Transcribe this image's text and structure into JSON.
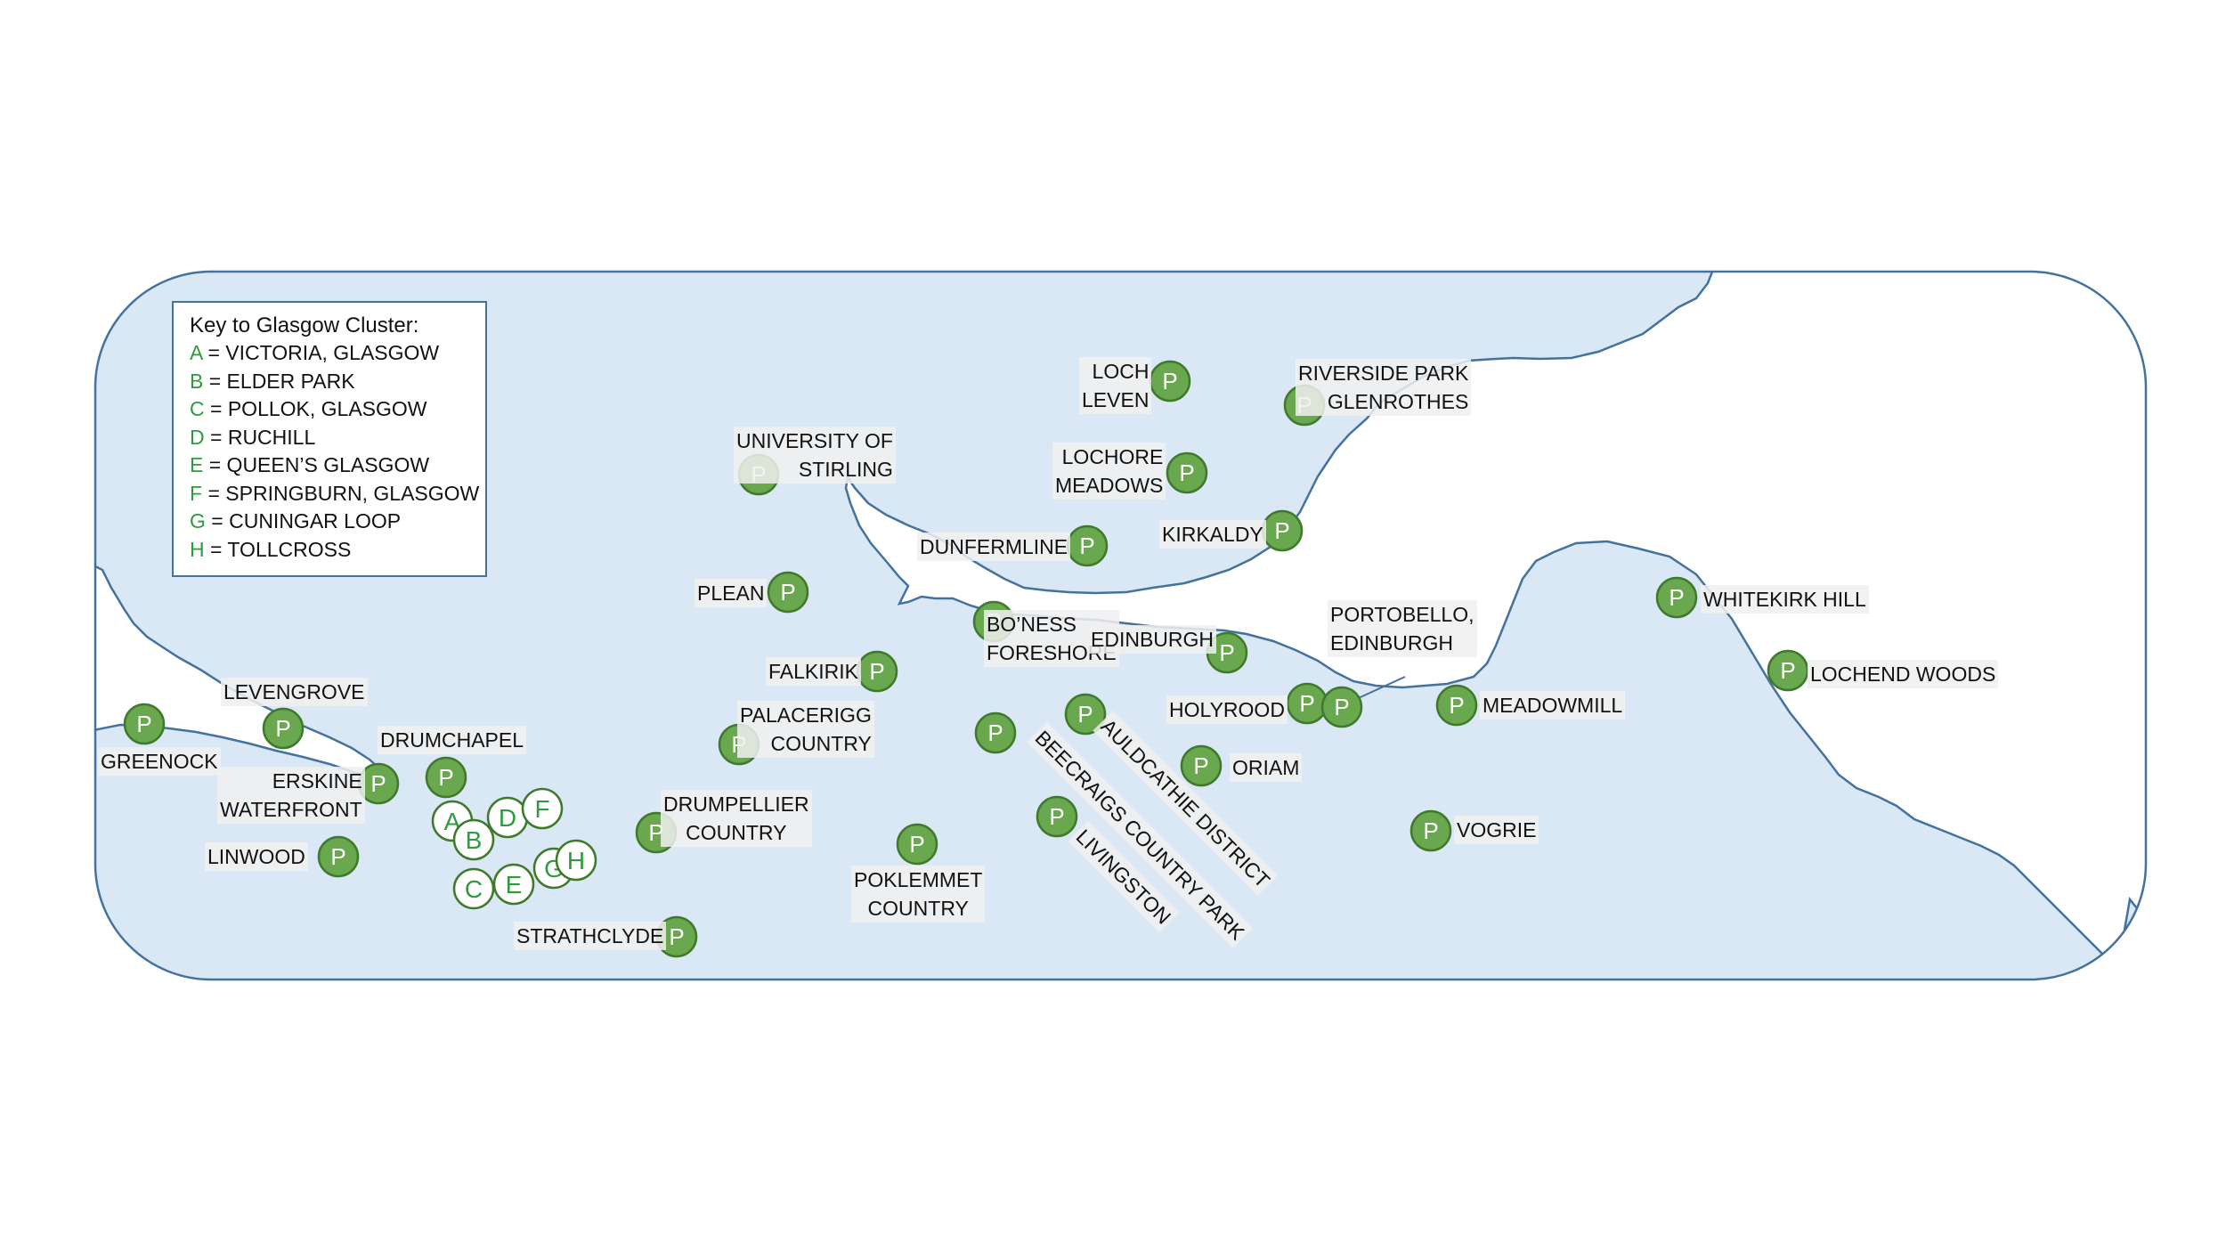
{
  "key": {
    "title": "Key to Glasgow Cluster:",
    "items": [
      {
        "letter": "A",
        "name": "= VICTORIA, GLASGOW"
      },
      {
        "letter": "B",
        "name": "= ELDER PARK"
      },
      {
        "letter": "C",
        "name": "= POLLOK, GLASGOW"
      },
      {
        "letter": "D",
        "name": "= RUCHILL"
      },
      {
        "letter": "E",
        "name": "= QUEEN’S GLASGOW"
      },
      {
        "letter": "F",
        "name": "= SPRINGBURN, GLASGOW"
      },
      {
        "letter": "G",
        "name": "= CUNINGAR LOOP"
      },
      {
        "letter": "H",
        "name": "= TOLLCROSS"
      }
    ]
  },
  "marker_glyph": "P",
  "colors": {
    "land": "#dae7f4",
    "water": "#ffffff",
    "coast": "#44729e",
    "marker_fill": "#6aa84f",
    "marker_stroke": "#3f7a2c",
    "cluster_text": "#2e9b3e"
  },
  "locations": {
    "greenock": "GREENOCK",
    "levengrove": "LEVENGROVE",
    "drumchapel": "DRUMCHAPEL",
    "erskine": "ERSKINE\nWATERFRONT",
    "linwood": "LINWOOD",
    "strathclyde": "STRATHCLYDE",
    "drumpellier": "DRUMPELLIER\nCOUNTRY",
    "palacerigg": "PALACERIGG\nCOUNTRY",
    "university": "UNIVERSITY OF\nSTIRLING",
    "plean": "PLEAN",
    "falkirk": "FALKIRIK",
    "boness": "BO’NESS\nFORESHORE",
    "dunfermline": "DUNFERMLINE",
    "poklemmet": "POKLEMMET\nCOUNTRY",
    "beecraigs": "BEECRAIGS COUNTRY PARK",
    "auldcathie": "AULDCATHIE DISTRICT",
    "livingston": "LIVINGSTON",
    "lochleven": "LOCH\nLEVEN",
    "lochore": "LOCHORE\nMEADOWS",
    "kirkaldy": "KIRKALDY",
    "riverside": "RIVERSIDE PARK\nGLENROTHES",
    "edinburgh": "EDINBURGH",
    "holyrood": "HOLYROOD",
    "portobello": "PORTOBELLO,\nEDINBURGH",
    "oriam": "ORIAM",
    "meadowmill": "MEADOWMILL",
    "vogrie": "VOGRIE",
    "whitekirk": "WHITEKIRK HILL",
    "lochend": "LOCHEND WOODS"
  }
}
